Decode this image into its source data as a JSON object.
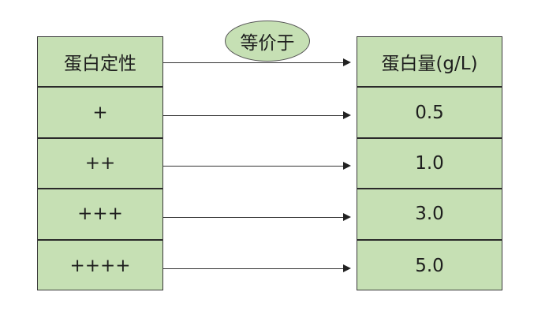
{
  "relation_label": "等价于",
  "left_column": {
    "header": "蛋白定性",
    "rows": [
      "+",
      "++",
      "+++",
      "++++"
    ]
  },
  "right_column": {
    "header": "蛋白量(g/L)",
    "rows": [
      "0.5",
      "1.0",
      "3.0",
      "5.0"
    ]
  },
  "colors": {
    "cell_fill": "#c6e0b4",
    "border": "#2a2a2a"
  }
}
